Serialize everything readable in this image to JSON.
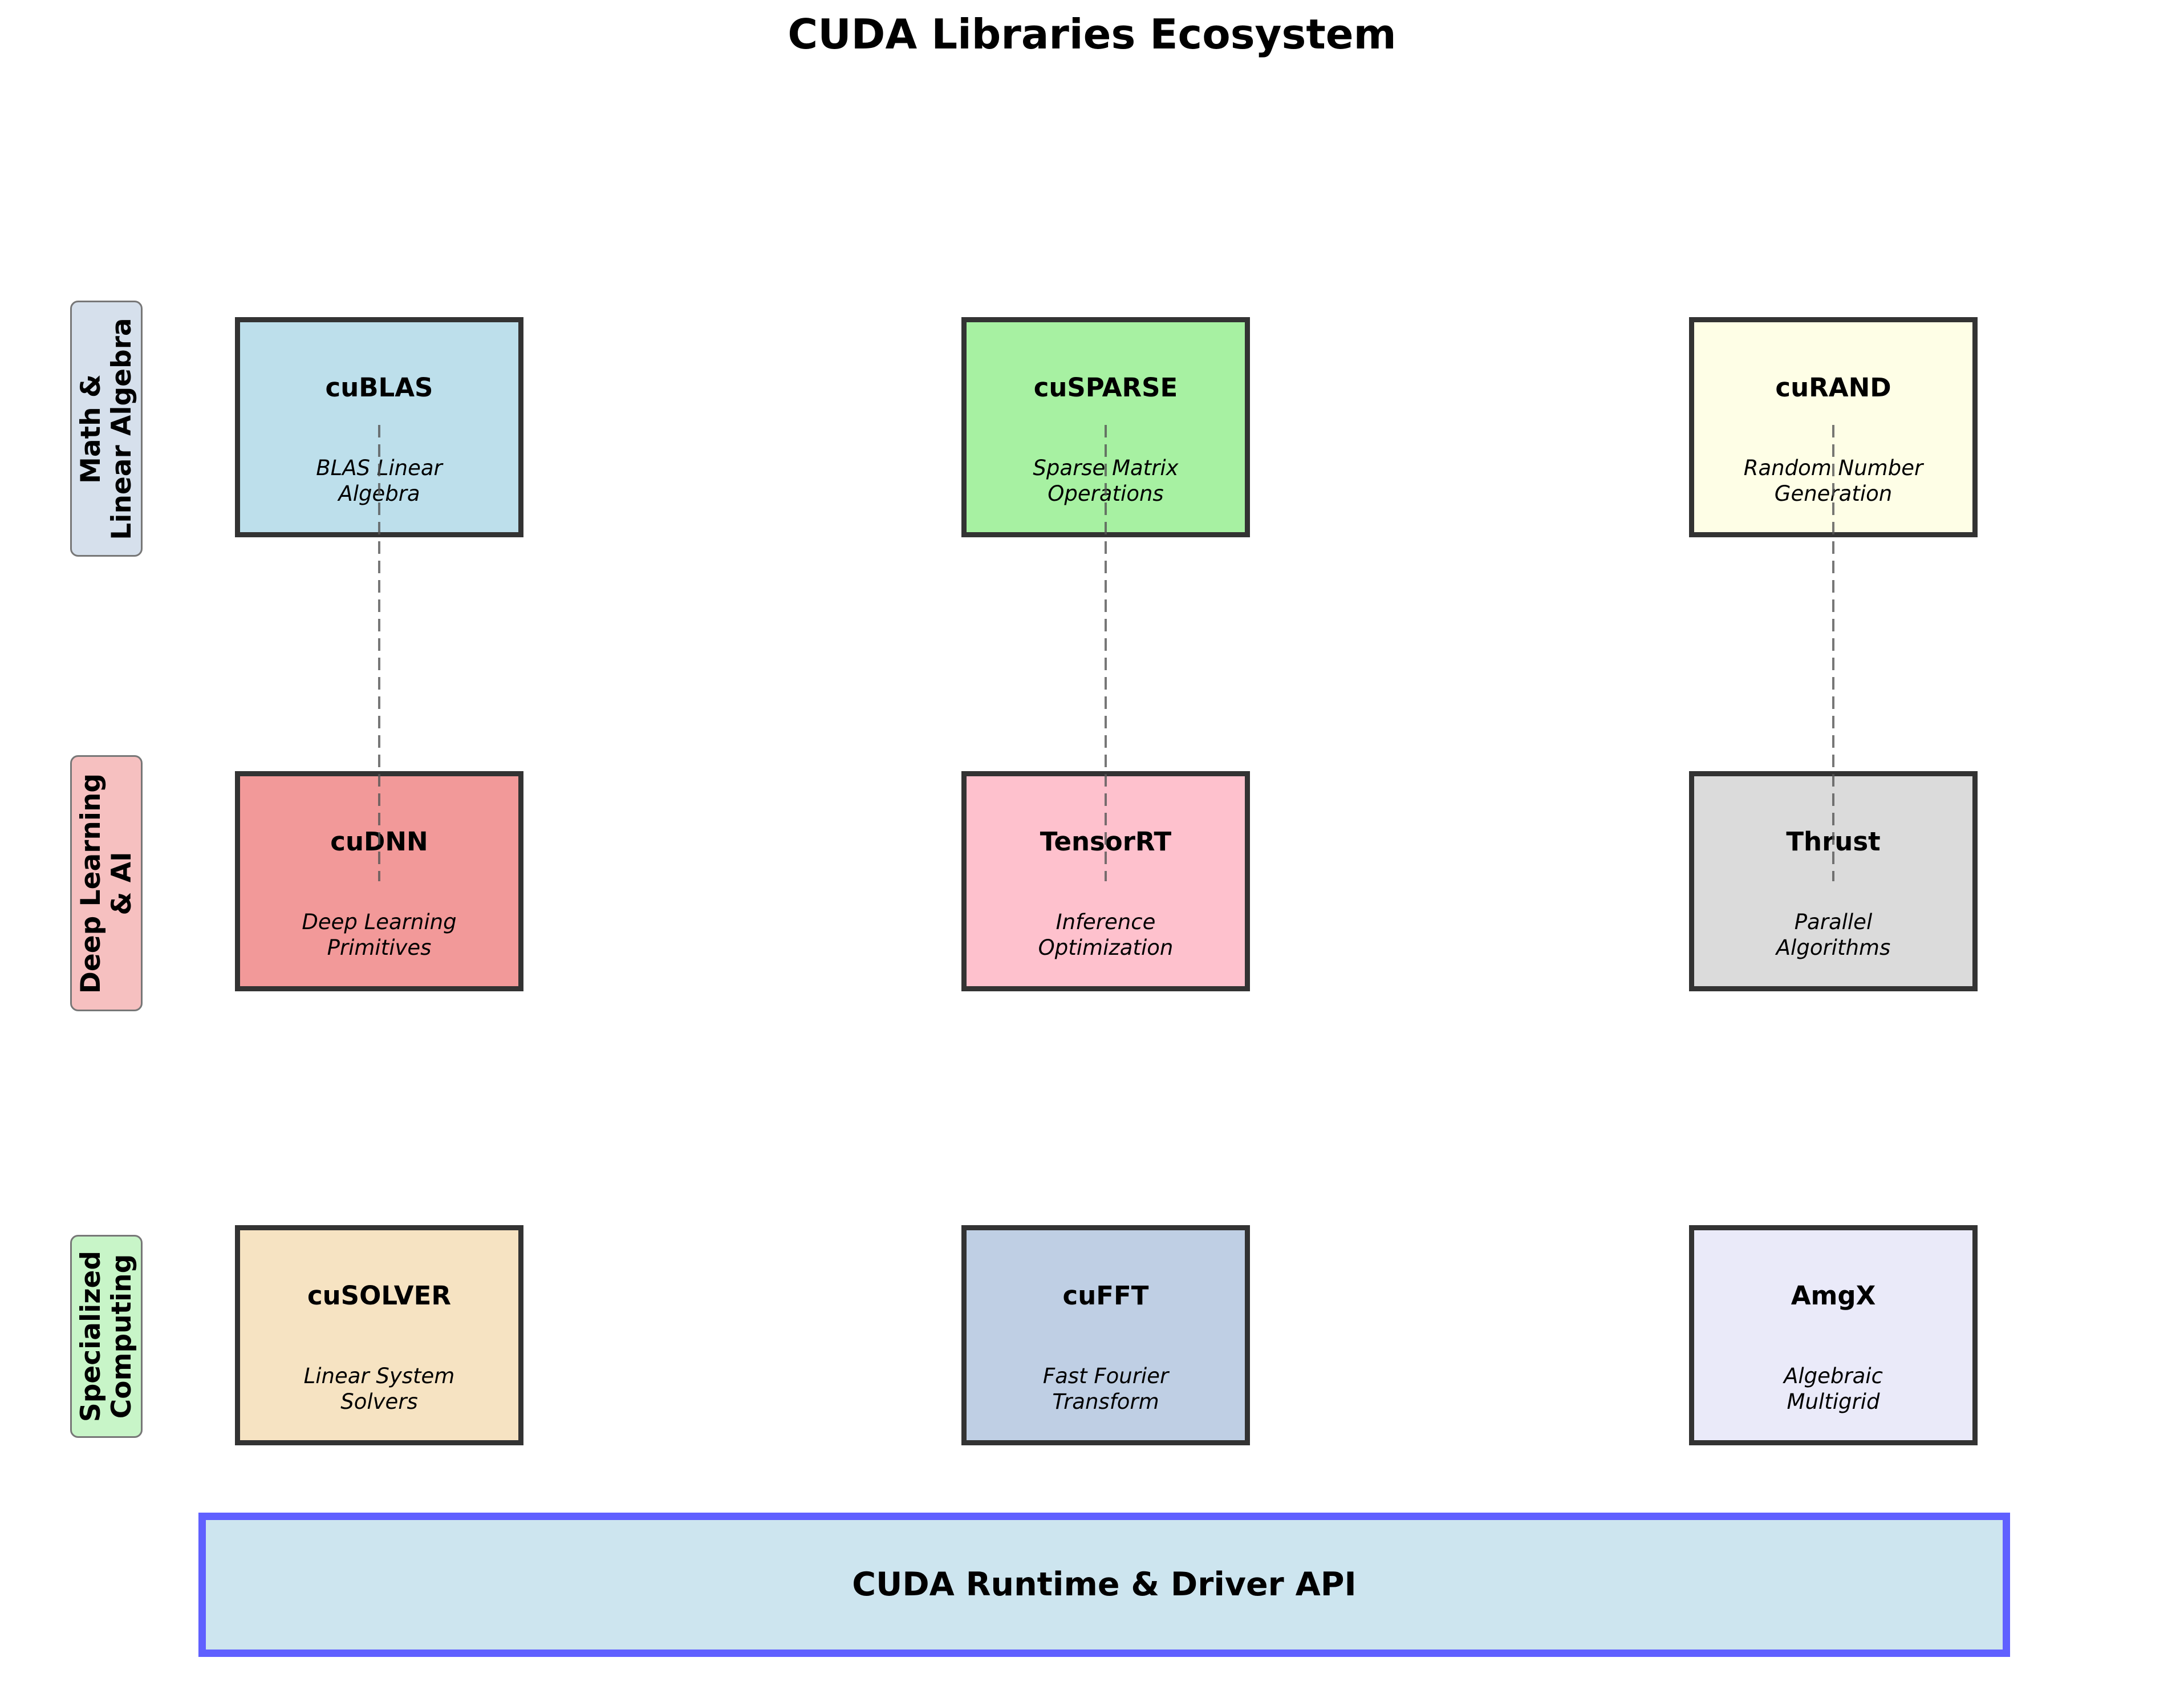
{
  "title": "CUDA Libraries Ecosystem",
  "categories": [
    {
      "label": "Math &\nLinear Algebra",
      "color": "#d6e0ec"
    },
    {
      "label": "Deep Learning\n& AI",
      "color": "#f6c0c0"
    },
    {
      "label": "Specialized\nComputing",
      "color": "#c8f5c8"
    }
  ],
  "libraries": [
    {
      "name": "cuBLAS",
      "description": "BLAS Linear\nAlgebra",
      "color": "#bddfeb",
      "row": 0,
      "col": 0
    },
    {
      "name": "cuSPARSE",
      "description": "Sparse Matrix\nOperations",
      "color": "#a7f1a2",
      "row": 0,
      "col": 1
    },
    {
      "name": "cuRAND",
      "description": "Random Number\nGeneration",
      "color": "#fefee6",
      "row": 0,
      "col": 2
    },
    {
      "name": "cuDNN",
      "description": "Deep Learning\nPrimitives",
      "color": "#f29999",
      "row": 1,
      "col": 0
    },
    {
      "name": "TensorRT",
      "description": "Inference\nOptimization",
      "color": "#fec1cd",
      "row": 1,
      "col": 1
    },
    {
      "name": "Thrust",
      "description": "Parallel\nAlgorithms",
      "color": "#dbdbdb",
      "row": 1,
      "col": 2
    },
    {
      "name": "cuSOLVER",
      "description": "Linear System\nSolvers",
      "color": "#f6e3c2",
      "row": 2,
      "col": 0
    },
    {
      "name": "cuFFT",
      "description": "Fast Fourier\nTransform",
      "color": "#bfcfe4",
      "row": 2,
      "col": 1
    },
    {
      "name": "AmgX",
      "description": "Algebraic\nMultigrid",
      "color": "#eaeaf9",
      "row": 2,
      "col": 2
    }
  ],
  "connections": [
    {
      "from": "cuBLAS",
      "to": "cuDNN",
      "style": "dashed"
    },
    {
      "from": "cuSPARSE",
      "to": "TensorRT",
      "style": "dashed"
    },
    {
      "from": "cuRAND",
      "to": "Thrust",
      "style": "dashed"
    }
  ],
  "runtime": {
    "label": "CUDA Runtime & Driver API",
    "border_color": "#6060ff",
    "fill_color": "#cde5ef"
  }
}
